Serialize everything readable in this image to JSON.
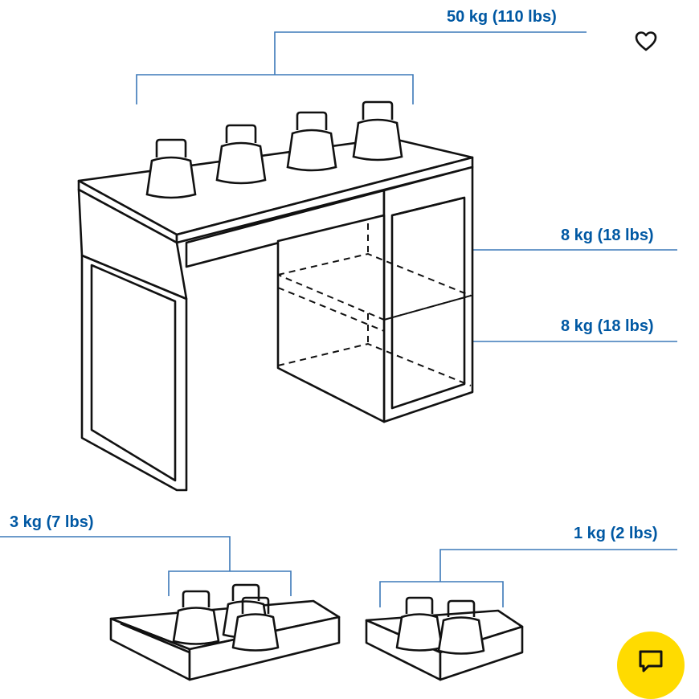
{
  "labels": {
    "desktop": "50 kg (110 lbs)",
    "shelf_upper": "8 kg (18 lbs)",
    "shelf_lower": "8 kg (18 lbs)",
    "drawer_large": "3 kg (7 lbs)",
    "drawer_small": "1 kg (2 lbs)"
  },
  "icons": {
    "favorite": "heart-icon",
    "chat": "chat-bubble-icon"
  },
  "colors": {
    "label": "#0058a3",
    "leader_line": "#3b78b8",
    "chat_button": "#ffdb00"
  }
}
